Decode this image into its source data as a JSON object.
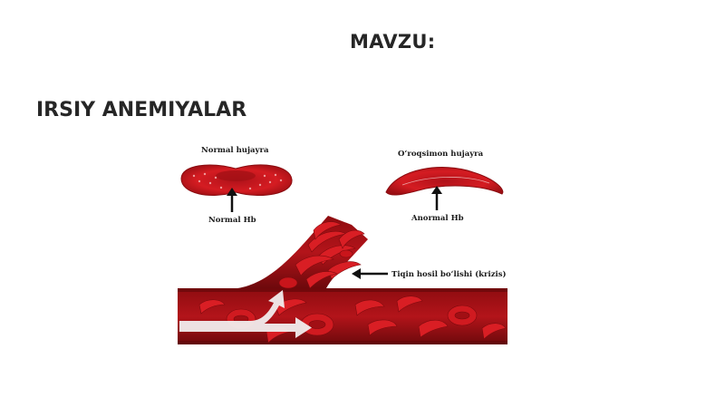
{
  "slide": {
    "heading": "MAVZU:",
    "title": "IRSIY ANEMIYALAR"
  },
  "figure": {
    "labels": {
      "normal_cell": "Normal hujayra",
      "sickle_cell": "O‘roqsimon hujayra",
      "normal_hb": "Normal Hb",
      "abnormal_hb": "Anormal Hb",
      "clot": "Tiqin hosil bo‘lishi (krizis)"
    },
    "colors": {
      "blood": "#c8151b",
      "vessel_dark": "#7a0a0d",
      "vessel_light": "#a31216",
      "flow_arrow": "#f2eded"
    }
  }
}
